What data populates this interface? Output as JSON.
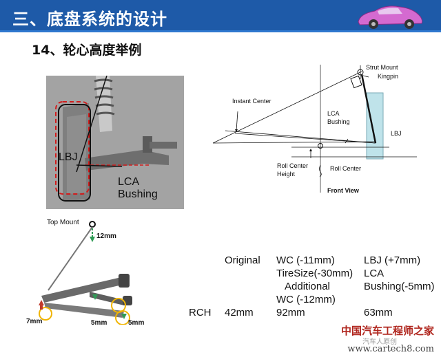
{
  "header": {
    "title": "三、底盘系统的设计",
    "car_icon": "car-icon"
  },
  "subtitle": "14、轮心高度举例",
  "photo": {
    "lbj_label": "LBJ",
    "lca_label_line1": "LCA",
    "lca_label_line2": "Bushing"
  },
  "front_view": {
    "strut_mount": "Strut Mount",
    "kingpin": "Kingpin",
    "instant_center": "Instant Center",
    "lca_bushing_line1": "LCA",
    "lca_bushing_line2": "Bushing",
    "lbj": "LBJ",
    "roll_center_height_line1": "Roll Center",
    "roll_center_height_line2": "Height",
    "roll_center": "Roll Center",
    "caption": "Front View"
  },
  "mount_diagram": {
    "top_mount": "Top Mount",
    "dim_12": "12mm",
    "dim_7": "7mm",
    "dim_5a": "5mm",
    "dim_5b": "5mm"
  },
  "table": {
    "header": [
      "Original",
      "WC (-11mm)",
      "LBJ (+7mm)"
    ],
    "row2": [
      "TireSize(-30mm)",
      "LCA"
    ],
    "row3": [
      "Additional",
      "Bushing(-5mm)"
    ],
    "row4": [
      "WC (-12mm)"
    ],
    "rch": {
      "label": "RCH",
      "original": "42mm",
      "mid": "92mm",
      "right": "63mm"
    }
  },
  "watermark": {
    "line1": "中国汽车工程师之家",
    "line2": "www.cartech8.com",
    "badge": "汽车人原创"
  },
  "colors": {
    "header": "#1e5aa8",
    "tire": "#bfe3ea",
    "arrow_green": "#2f9a55",
    "arrow_red": "#c0392b",
    "highlight": "#f0b400"
  }
}
